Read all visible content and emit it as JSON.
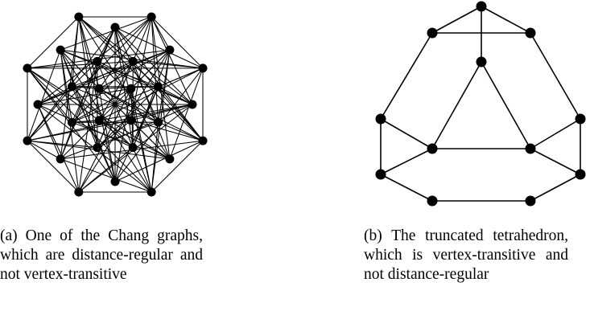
{
  "panels": [
    {
      "id": "a",
      "caption": "(a) One of the Chang graphs, which are distance-regular and not vertex-transitive"
    },
    {
      "id": "b",
      "caption": "(b) The truncated tetrahedron, which is vertex-transitive and not distance-regular"
    }
  ],
  "colors": {
    "edge": "#000000",
    "node": "#000000",
    "background": "#ffffff"
  }
}
